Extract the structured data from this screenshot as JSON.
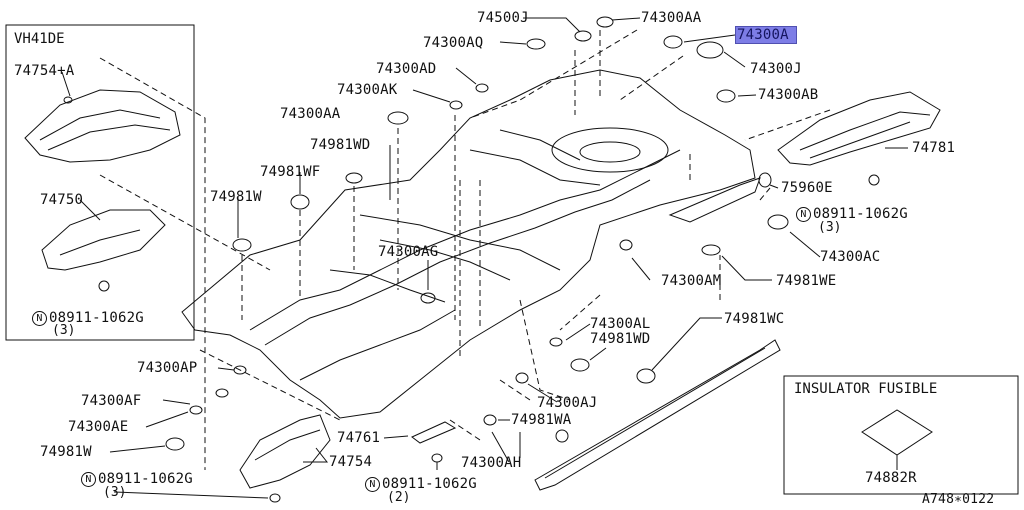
{
  "engine_box": {
    "title": "VH41DE",
    "parts": [
      "74754+A",
      "74750"
    ],
    "bolt": "08911-1062G",
    "bolt_qty": "(3)"
  },
  "insulator_box": {
    "title": "INSULATOR FUSIBLE",
    "part": "74882R"
  },
  "labels": {
    "p74500J": "74500J",
    "p74300AA_top": "74300AA",
    "p74300AQ": "74300AQ",
    "p74300A": "74300A",
    "p74300AD": "74300AD",
    "p74300J": "74300J",
    "p74300AK": "74300AK",
    "p74300AB": "74300AB",
    "p74300AA_left": "74300AA",
    "p74781": "74781",
    "p74981WD_top": "74981WD",
    "p74981WF": "74981WF",
    "p75960E": "75960E",
    "p74981W_top": "74981W",
    "p08911_right": "08911-1062G",
    "p08911_right_qty": "(3)",
    "p74300AC": "74300AC",
    "p74300AG": "74300AG",
    "p74300AM": "74300AM",
    "p74981WE": "74981WE",
    "p74981WC": "74981WC",
    "p74300AL": "74300AL",
    "p74981WD_mid": "74981WD",
    "p74300AP": "74300AP",
    "p74300AF": "74300AF",
    "p74300AJ": "74300AJ",
    "p74300AE": "74300AE",
    "p74981WA": "74981WA",
    "p74761": "74761",
    "p74981W_bot": "74981W",
    "p74754": "74754",
    "p74300AH": "74300AH",
    "p08911_bl": "08911-1062G",
    "p08911_bl_qty": "(3)",
    "p08911_bc": "08911-1062G",
    "p08911_bc_qty": "(2)"
  },
  "nut_symbol": "N",
  "highlighted_part": "74300A",
  "catalog_code": "A748∗0122",
  "colors": {
    "line": "#111111",
    "highlight": "#7d7de6"
  }
}
